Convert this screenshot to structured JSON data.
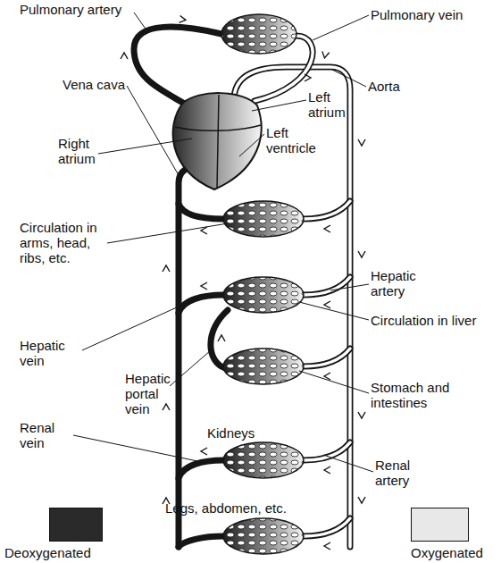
{
  "diagram": {
    "labels": [
      "Pulmonary artery",
      "Pulmonary vein",
      "Vena cava",
      "Aorta",
      "Left atrium",
      "Right atrium",
      "Left ventricle",
      "Circulation in arms, head, ribs, etc.",
      "Hepatic artery",
      "Circulation in liver",
      "Hepatic vein",
      "Hepatic portal vein",
      "Stomach and intestines",
      "Kidneys",
      "Renal vein",
      "Renal artery",
      "Legs, abdomen, etc."
    ],
    "legend": [
      {
        "text": "Deoxygenated",
        "color": "#2a2a2a"
      },
      {
        "text": "Oxygenated",
        "color": "#e8e8e8"
      }
    ]
  }
}
